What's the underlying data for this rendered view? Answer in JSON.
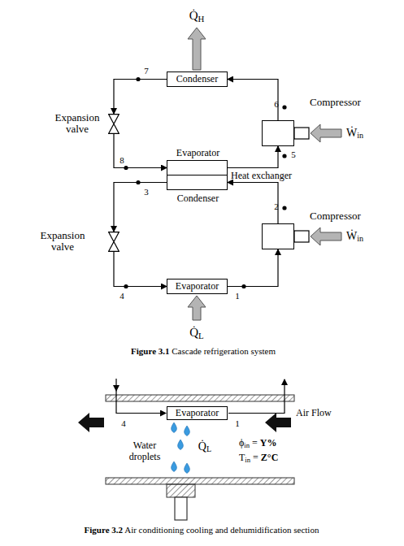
{
  "diagram": {
    "caption": "Figure 3.1 Cascade refrigeration system",
    "nodes": [
      {
        "text": [
          "Condenser"
        ]
      },
      {
        "text": [
          "Compressor"
        ]
      },
      {
        "text": [
          "Expansion valve"
        ]
      },
      {
        "text": [
          "Heat exchanger"
        ]
      },
      {
        "text": [
          "Evaporator"
        ],
        "in": 3
      },
      {
        "text": [
          "Condenser"
        ],
        "in": 3
      },
      {
        "text": [
          "Compressor"
        ]
      },
      {
        "text": [
          "Expansion valve"
        ]
      },
      {
        "text": [
          "Evaporator"
        ]
      },
      {
        "text": [
          "Evaporator"
        ]
      }
    ],
    "edges": [
      {
        "from": 1,
        "to": 0,
        "arrow": "to"
      },
      {
        "from": 0,
        "to": 2,
        "arrow": "to"
      },
      {
        "from": 2,
        "to": 4,
        "arrow": "to"
      },
      {
        "from": 4,
        "to": 1,
        "arrow": "to"
      },
      {
        "from": 6,
        "to": 5,
        "arrow": "to"
      },
      {
        "from": 5,
        "to": 7,
        "arrow": "to"
      },
      {
        "from": 7,
        "to": 8,
        "arrow": "to"
      },
      {
        "from": 8,
        "to": 6,
        "arrow": "to"
      }
    ],
    "labels": [
      "Q̇H",
      "7",
      "6",
      "Ẇin",
      "8",
      "5",
      "2",
      "Ẇin",
      "3",
      "4",
      "1",
      "Q̇L",
      "4",
      "1",
      "Air Flow",
      "Water droplets",
      "Q̇L",
      "ϕin = Y%",
      "Tin = Z°C",
      "Figure 3.2 Air conditioning cooling and dehumidification section"
    ]
  }
}
